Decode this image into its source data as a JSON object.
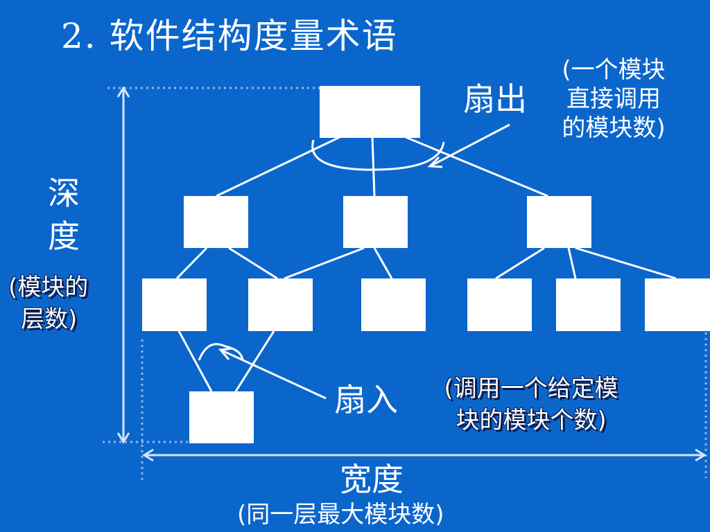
{
  "title": "2. 软件结构度量术语",
  "fan_out": {
    "label": "扇出",
    "note_lines": [
      "(一个模块",
      "直接调用",
      "的模块数)"
    ]
  },
  "depth": {
    "label_lines": [
      "深",
      "度"
    ],
    "note_lines": [
      "(模块的",
      "层数)"
    ]
  },
  "fan_in": {
    "label": "扇入",
    "note_lines": [
      "(调用一个给定模",
      "块的模块个数)"
    ]
  },
  "width": {
    "label": "宽度",
    "note": "(同一层最大模块数)"
  },
  "colors": {
    "background": "#0b66cc",
    "foreground": "#ffffff",
    "dotted": "#8fb8e8"
  }
}
